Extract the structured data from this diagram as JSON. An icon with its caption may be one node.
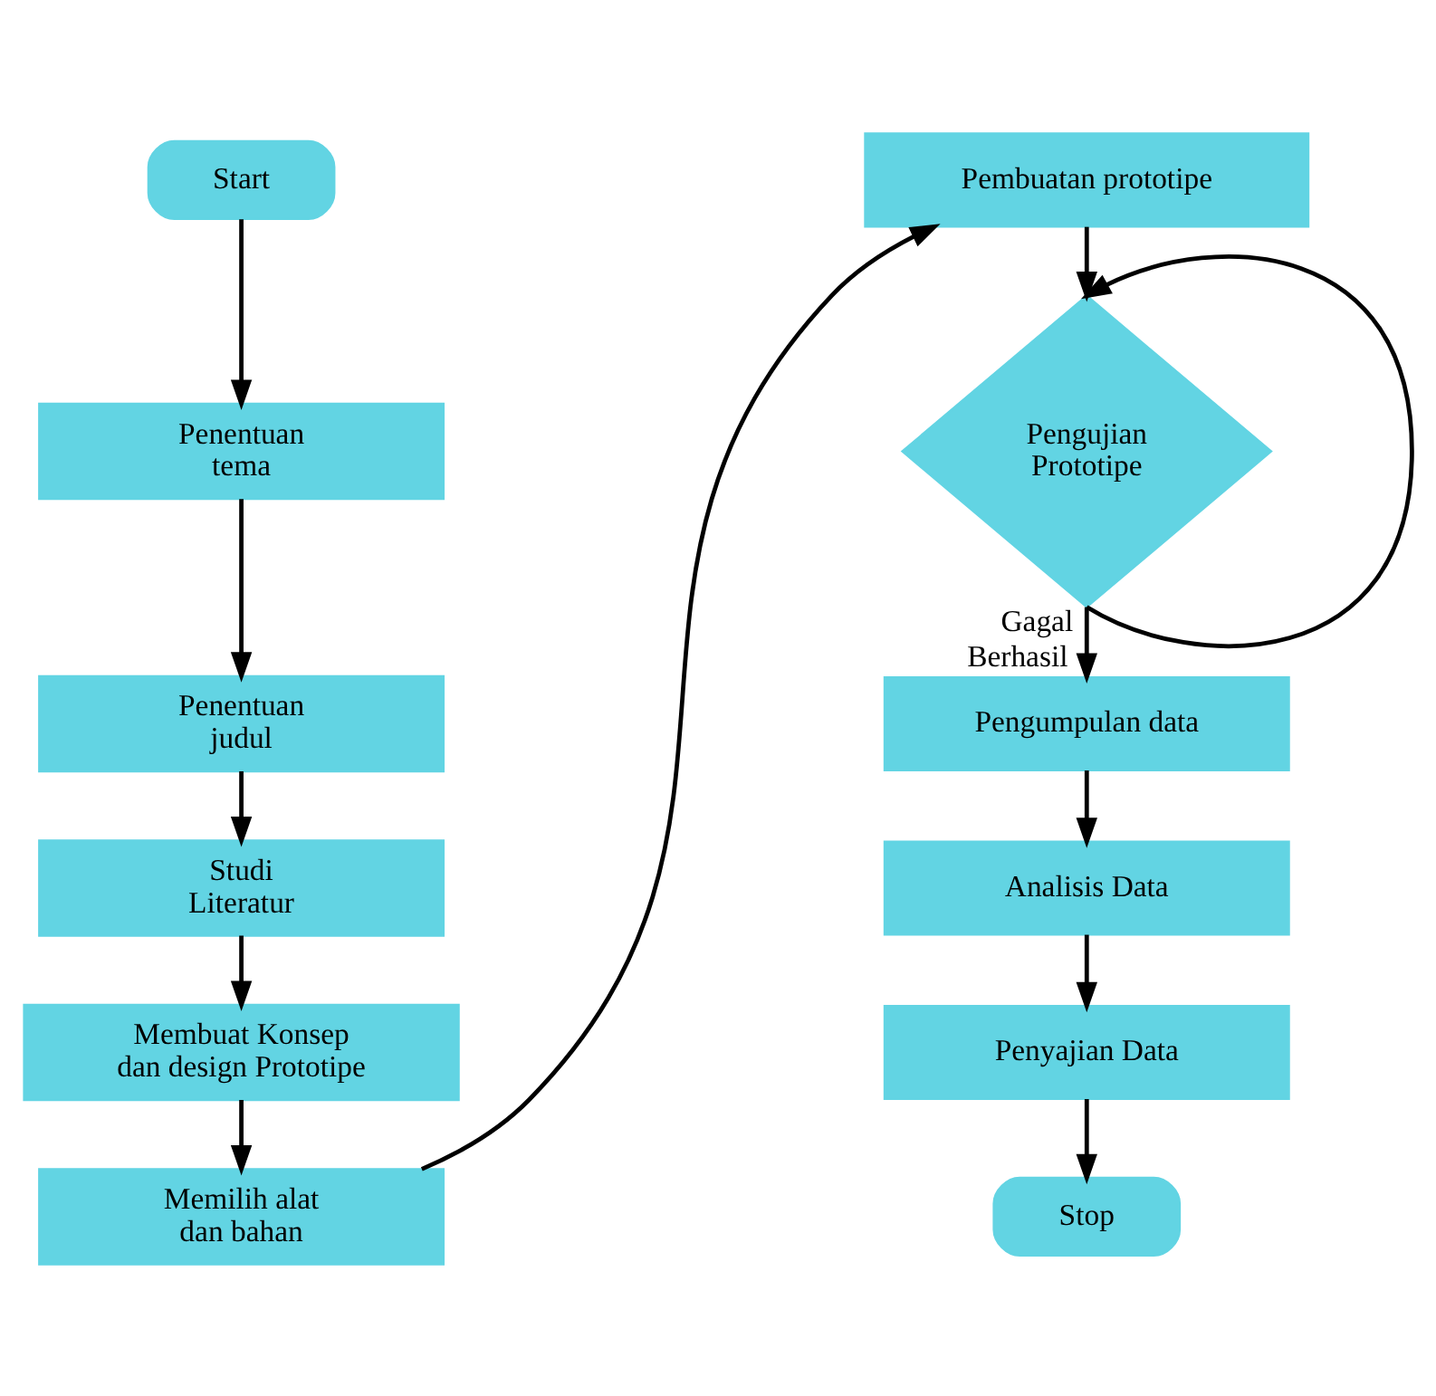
{
  "diagram": {
    "nodes": [
      {
        "text": [
          "Start"
        ]
      },
      {
        "text": [
          "Penentuan tema"
        ]
      },
      {
        "text": [
          "Penentuan judul"
        ]
      },
      {
        "text": [
          "Studi Literatur"
        ]
      },
      {
        "text": [
          "Membuat Konsep dan design Prototipe"
        ]
      },
      {
        "text": [
          "Memilih alat dan bahan"
        ]
      },
      {
        "text": [
          "Pembuatan prototipe"
        ]
      },
      {
        "text": [
          "Pengujian Prototipe"
        ]
      },
      {
        "text": [
          "Pengumpulan data"
        ]
      },
      {
        "text": [
          "Analisis Data"
        ]
      },
      {
        "text": [
          "Penyajian Data"
        ]
      },
      {
        "text": [
          "Stop"
        ]
      }
    ],
    "edges": [
      {
        "from": 0,
        "to": 1,
        "arrow": "to"
      },
      {
        "from": 1,
        "to": 2,
        "arrow": "to"
      },
      {
        "from": 2,
        "to": 3,
        "arrow": "to"
      },
      {
        "from": 3,
        "to": 4,
        "arrow": "to"
      },
      {
        "from": 4,
        "to": 5,
        "arrow": "to"
      },
      {
        "from": 5,
        "to": 6,
        "arrow": "to"
      },
      {
        "from": 6,
        "to": 7,
        "arrow": "to"
      },
      {
        "from": 7,
        "to": 7,
        "arrow": "to",
        "label": "Gagal"
      },
      {
        "from": 7,
        "to": 8,
        "arrow": "to",
        "label": "Berhasil"
      },
      {
        "from": 8,
        "to": 9,
        "arrow": "to"
      },
      {
        "from": 9,
        "to": 10,
        "arrow": "to"
      },
      {
        "from": 10,
        "to": 11,
        "arrow": "to"
      }
    ]
  }
}
